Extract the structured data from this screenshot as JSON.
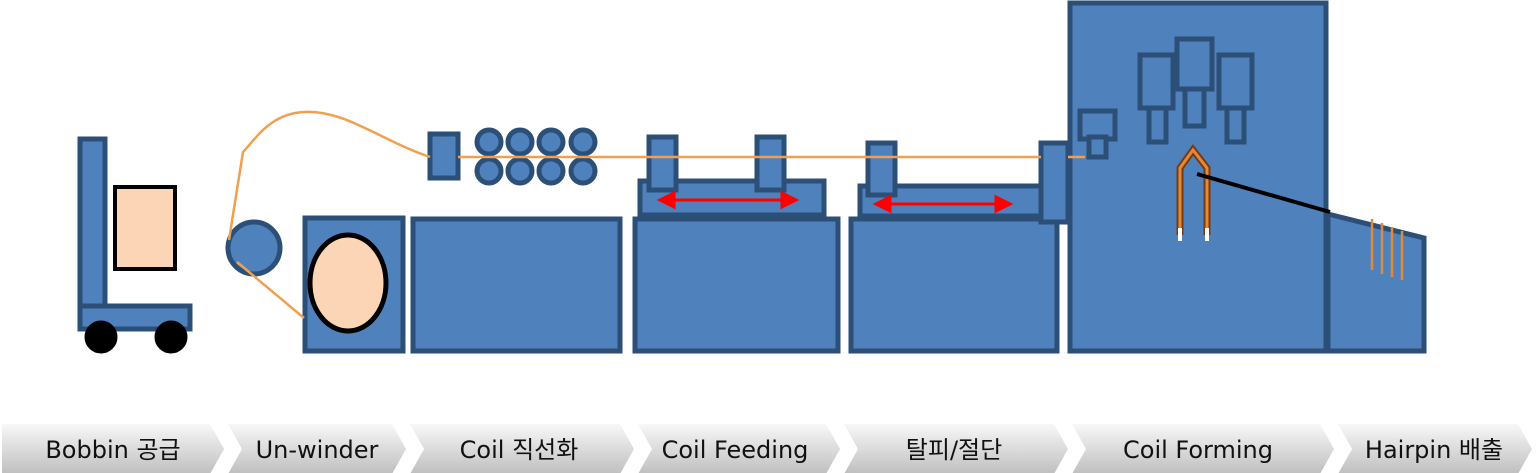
{
  "colors": {
    "machine_fill": "#4f81bd",
    "machine_stroke": "#2c4f78",
    "wire": "#f0a050",
    "spool_fill": "#fbd5b5",
    "feed_arrow": "#ff0000",
    "wheel": "#000000",
    "step_light": "#f8f8f8",
    "step_dark": "#bfbfbf"
  },
  "steps": [
    {
      "label": "Bobbin 공급"
    },
    {
      "label": "Un-winder"
    },
    {
      "label": "Coil 직선화"
    },
    {
      "label": "Coil Feeding"
    },
    {
      "label": "탈피/절단"
    },
    {
      "label": "Coil Forming"
    },
    {
      "label": "Hairpin 배출"
    }
  ]
}
